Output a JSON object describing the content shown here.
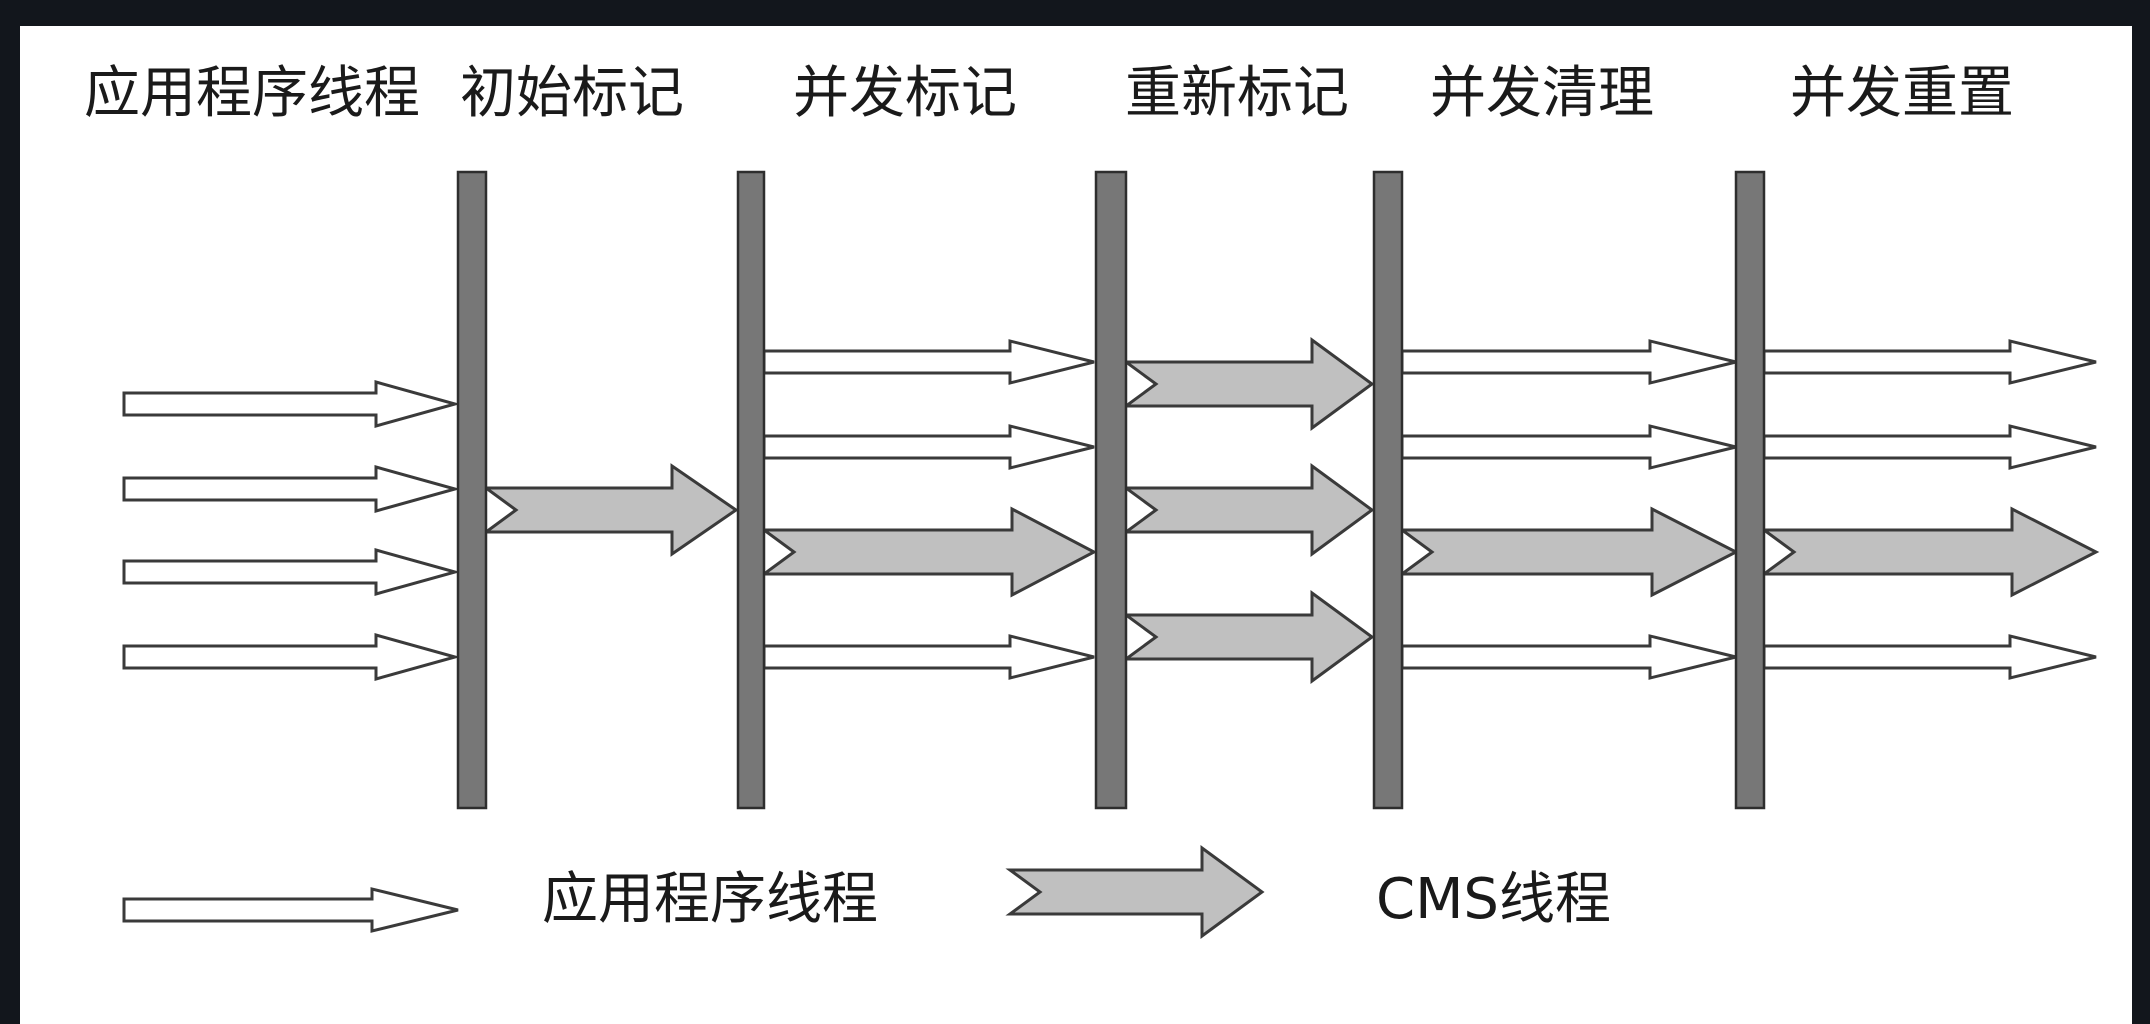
{
  "header_labels": [
    "应用程序线程",
    "初始标记",
    "并发标记",
    "重新标记",
    "并发清理",
    "并发重置"
  ],
  "legend": {
    "app_thread_label": "应用程序线程",
    "cms_thread_label": "CMS线程"
  },
  "colors": {
    "background": "#12161c",
    "panel": "#ffffff",
    "barrier": "#777777",
    "app_arrow_fill": "#ffffff",
    "cms_arrow_fill": "#c0c0c0",
    "outline": "#3a3a3a"
  }
}
